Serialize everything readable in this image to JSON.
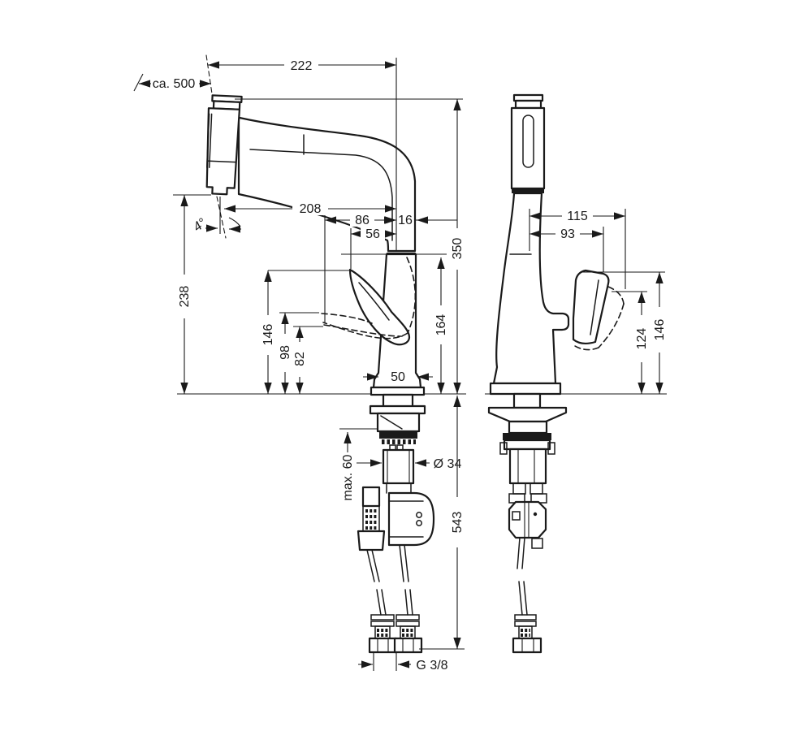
{
  "drawing": {
    "left_view": {
      "spout_reach": "222",
      "hose_extension": "ca. 500",
      "tip_to_center": "208",
      "handle_tilted_reach": "86",
      "center_to_edge": "16",
      "handle_reach": "56",
      "spray_angle": "4°",
      "tip_height": "238",
      "handle_height": "146",
      "handle_mid_height": "98",
      "handle_low_height": "82",
      "total_height": "350",
      "spout_underside_height": "164",
      "base_width": "50",
      "max_deck_thickness": "max. 60",
      "shank_diameter": "Ø 34",
      "below_deck_depth": "543",
      "hose_thread": "G 3/8"
    },
    "right_view": {
      "handle_tilted_offset": "115",
      "handle_offset": "93",
      "handle_tilted_height": "124",
      "handle_height": "146"
    },
    "colors": {
      "line": "#1a1a1a",
      "background": "#ffffff"
    }
  }
}
